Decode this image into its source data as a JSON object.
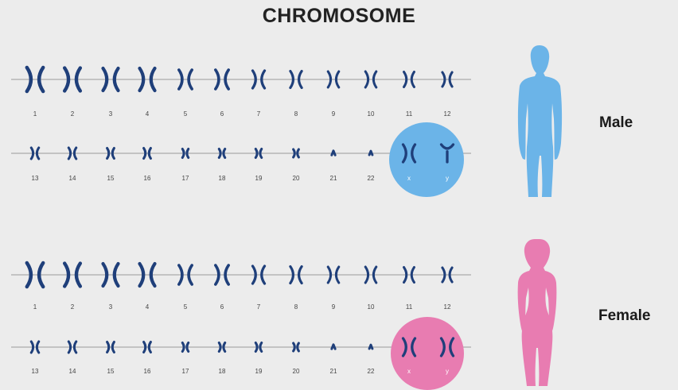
{
  "title": "CHROMOSOME",
  "colors": {
    "background": "#ececec",
    "chromosome": "#1f3f7a",
    "line": "#9a9a9a",
    "male": "#6bb4e8",
    "female": "#e87cb1"
  },
  "karyotypes": [
    {
      "label": "Male",
      "body_icon": "male-silhouette-icon",
      "row1": [
        "1",
        "2",
        "3",
        "4",
        "5",
        "6",
        "7",
        "8",
        "9",
        "10",
        "11",
        "12"
      ],
      "row2": [
        "13",
        "14",
        "15",
        "16",
        "17",
        "18",
        "19",
        "20",
        "21",
        "22"
      ],
      "sex_chromosomes": [
        "x",
        "y"
      ]
    },
    {
      "label": "Female",
      "body_icon": "female-silhouette-icon",
      "row1": [
        "1",
        "2",
        "3",
        "4",
        "5",
        "6",
        "7",
        "8",
        "9",
        "10",
        "11",
        "12"
      ],
      "row2": [
        "13",
        "14",
        "15",
        "16",
        "17",
        "18",
        "19",
        "20",
        "21",
        "22"
      ],
      "sex_chromosomes": [
        "x",
        "y"
      ]
    }
  ]
}
